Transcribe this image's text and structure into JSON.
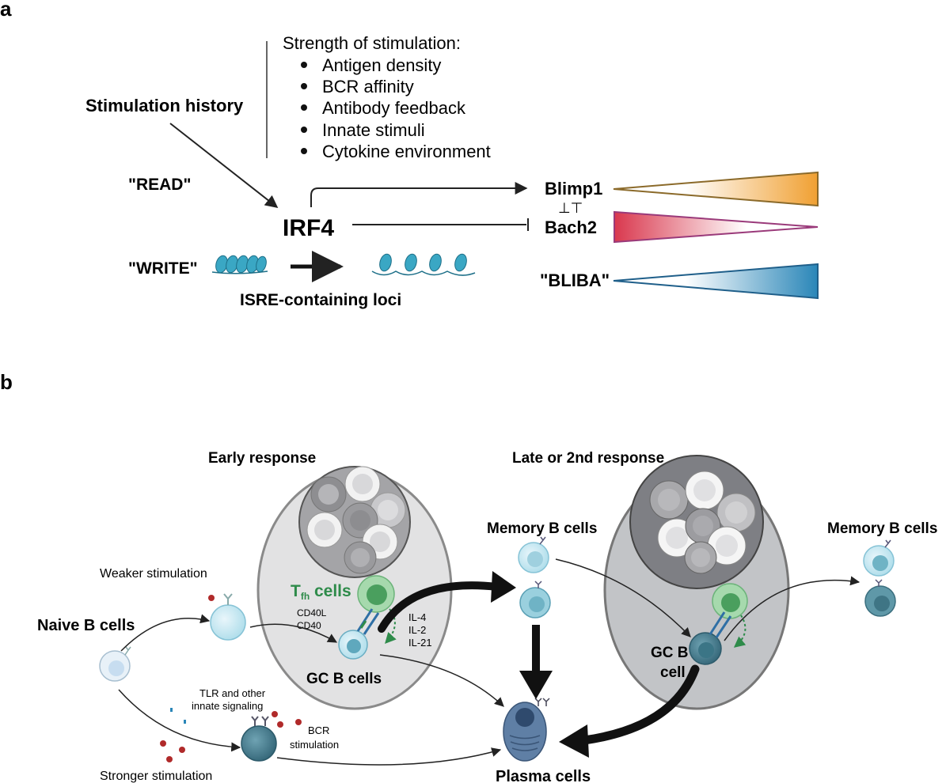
{
  "panel_a": {
    "label": "a",
    "stimulation_heading": "Strength of stimulation:",
    "stimulation_factors": [
      "Antigen density",
      "BCR affinity",
      "Antibody feedback",
      "Innate stimuli",
      "Cytokine environment"
    ],
    "stimulation_history": "Stimulation history",
    "read_label": "\"READ\"",
    "write_label": "\"WRITE\"",
    "irf4": "IRF4",
    "isre_loci": "ISRE-containing loci",
    "blimp1": "Blimp1",
    "antagonism": "⊥⊤",
    "bach2": "Bach2",
    "bliba": "\"BLIBA\"",
    "colors": {
      "blimp1": "#f0a032",
      "bach2": "#d9384e",
      "bliba": "#2a86b8",
      "nucleosome": "#3aa7c4"
    }
  },
  "panel_b": {
    "label": "b",
    "early_response": "Early response",
    "late_response": "Late or 2nd response",
    "memory_b_cells_1": "Memory B cells",
    "memory_b_cells_2": "Memory B cells",
    "weaker_stimulation": "Weaker stimulation",
    "naive_b_cells": "Naive B cells",
    "tfh_prefix": "T",
    "tfh_sub": "fh",
    "tfh_suffix": " cells",
    "cd40l": "CD40L",
    "cd40": "CD40",
    "cytokines": [
      "IL-4",
      "IL-2",
      "IL-21"
    ],
    "gc_b_cells": "GC B cells",
    "gc_b_cell_line1": "GC B",
    "gc_b_cell_line2": "cell",
    "tlr_line1": "TLR and other",
    "tlr_line2": "innate signaling",
    "bcr_line1": "BCR",
    "bcr_line2": "stimulation",
    "stronger_stimulation": "Stronger stimulation",
    "plasma_cells": "Plasma cells",
    "colors": {
      "tfh": "#2e8b4a",
      "gc_early": "#e2e2e3",
      "gc_late": "#c2c4c7"
    }
  }
}
